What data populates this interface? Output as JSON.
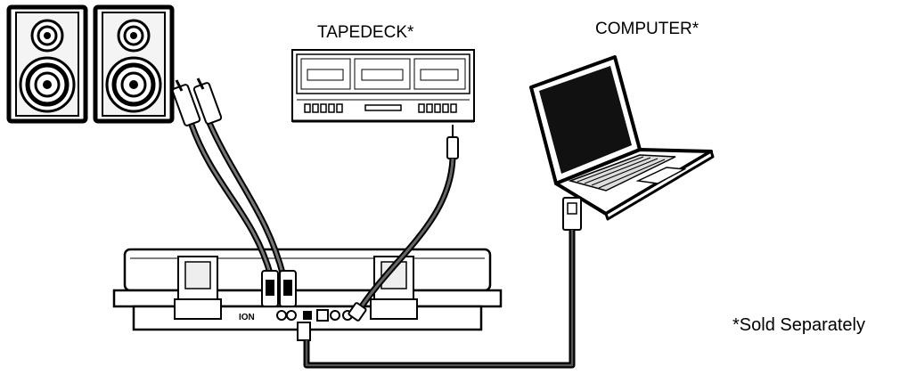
{
  "labels": {
    "tapedeck": "TAPEDECK*",
    "computer": "COMPUTER*",
    "sold_separately": "*Sold Separately",
    "brand": "ION"
  },
  "colors": {
    "stroke": "#000000",
    "background": "#ffffff",
    "panel_gray": "#d9d9d9",
    "screen": "#111111"
  },
  "icons": [
    "speaker-icon",
    "tapedeck-icon",
    "laptop-icon",
    "turntable-icon",
    "rca-plug-icon",
    "usb-plug-icon",
    "headphone-plug-icon"
  ]
}
